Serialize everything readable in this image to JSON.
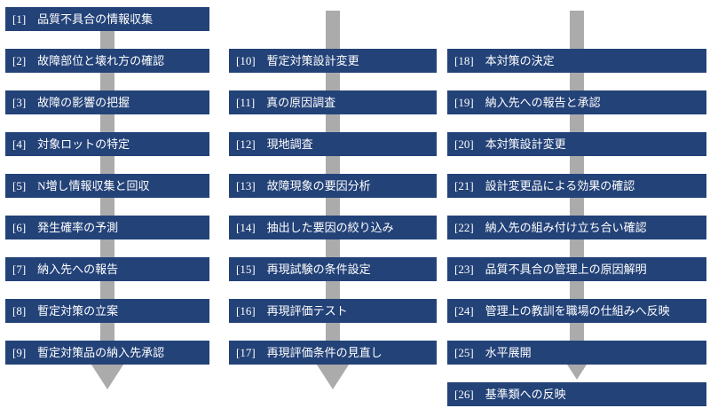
{
  "diagram": {
    "colors": {
      "box_fill": "#234278",
      "box_text": "#FFFFFF",
      "arrow": "#ABABAB",
      "background": "#FFFFFF"
    },
    "columns": [
      {
        "steps": [
          {
            "label": "[1]　品質不具合の情報収集"
          },
          {
            "label": "[2]　故障部位と壊れ方の確認"
          },
          {
            "label": "[3]　故障の影響の把握"
          },
          {
            "label": "[4]　対象ロットの特定"
          },
          {
            "label": "[5]　N増し情報収集と回収"
          },
          {
            "label": "[6]　発生確率の予測"
          },
          {
            "label": "[7]　納入先への報告"
          },
          {
            "label": "[8]　暫定対策の立案"
          },
          {
            "label": "[9]　暫定対策品の納入先承認"
          }
        ]
      },
      {
        "steps": [
          {
            "label": "[10]　暫定対策設計変更"
          },
          {
            "label": "[11]　真の原因調査"
          },
          {
            "label": "[12]　現地調査"
          },
          {
            "label": "[13]　故障現象の要因分析"
          },
          {
            "label": "[14]　抽出した要因の絞り込み"
          },
          {
            "label": "[15]　再現試験の条件設定"
          },
          {
            "label": "[16]　再現評価テスト"
          },
          {
            "label": "[17]　再現評価条件の見直し"
          }
        ]
      },
      {
        "steps": [
          {
            "label": "[18]　本対策の決定"
          },
          {
            "label": "[19]　納入先への報告と承認"
          },
          {
            "label": "[20]　本対策設計変更"
          },
          {
            "label": "[21]　設計変更品による効果の確認"
          },
          {
            "label": "[22]　納入先の組み付け立ち合い確認"
          },
          {
            "label": "[23]　品質不具合の管理上の原因解明"
          },
          {
            "label": "[24]　管理上の教訓を職場の仕組みへ反映"
          },
          {
            "label": "[25]　水平展開"
          },
          {
            "label": "[26]　基準類への反映"
          }
        ]
      }
    ]
  }
}
